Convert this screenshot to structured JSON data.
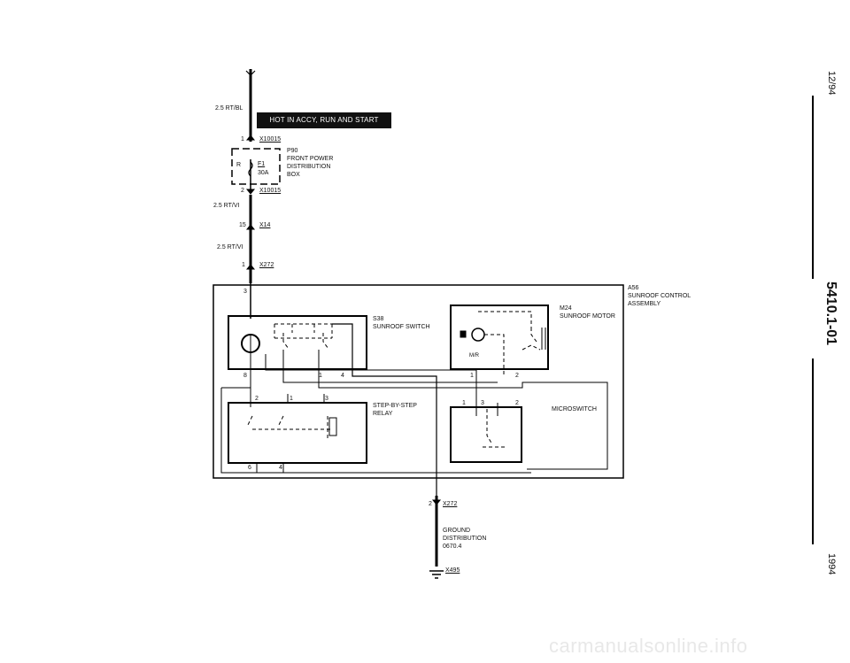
{
  "banner": "HOT IN ACCY, RUN AND START",
  "wires": {
    "top": "2.5 RT/BL",
    "mid": "2.5 RT/VI",
    "low": "2.5 RT/VI"
  },
  "connectors": {
    "c1": "X10015",
    "c1_pin": "1",
    "c2": "X10015",
    "c2_pin": "2",
    "c3": "X14",
    "c3_pin": "15",
    "c4": "X272",
    "c4_pin": "1",
    "c5": "X272",
    "c5_pin": "2",
    "c6": "X495"
  },
  "fuse": {
    "id": "F1",
    "rating": "30A",
    "side": "R"
  },
  "fuse_box": [
    "P90",
    "FRONT POWER",
    "DISTRIBUTION",
    "BOX"
  ],
  "assembly": [
    "A56",
    "SUNROOF CONTROL",
    "ASSEMBLY"
  ],
  "switch": [
    "S38",
    "SUNROOF SWITCH"
  ],
  "motor": [
    "M24",
    "SUNROOF MOTOR"
  ],
  "motor_code": "M/R",
  "relay": [
    "STEP-BY-STEP",
    "RELAY"
  ],
  "microswitch": "MICROSWITCH",
  "ground": [
    "GROUND",
    "DISTRIBUTION",
    "0670.4"
  ],
  "pins": {
    "a3": "3",
    "s8": "8",
    "s1": "1",
    "s4": "4",
    "r2": "2",
    "r1": "1",
    "r3": "3",
    "r6": "6",
    "r4": "4",
    "m1": "1",
    "m2": "2",
    "w1": "1",
    "w3": "3",
    "w2": "2"
  },
  "margin": {
    "date": "12/94",
    "code": "5410.1-01",
    "year": "1994"
  },
  "watermark": "carmanualsonline.info"
}
